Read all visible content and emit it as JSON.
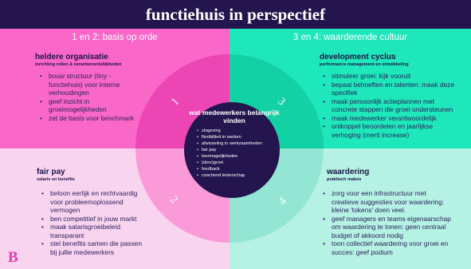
{
  "title": "functiehuis in perspectief",
  "bands": {
    "left": "1 en 2: basis op orde",
    "right": "3 en 4: waarderende cultuur"
  },
  "center": {
    "heading": "wat medewerkers belangrijk vinden",
    "items": [
      "zingeving",
      "flexibiliteit in werken",
      "afwisseling in werkzaamheden",
      "fair pay",
      "leermogelijkheden",
      "(door)groei",
      "feedback",
      "coachend leiderschap"
    ]
  },
  "ring_numbers": [
    "1",
    "2",
    "3",
    "4"
  ],
  "sections": {
    "tl": {
      "title": "heldere organisatie",
      "subtitle": "inrichting rollen & verantwoordelijkheden",
      "bullets": [
        "bouw structuur (tiny -",
        "functiehuis) voor interne",
        "verhoudingen",
        "geef inzicht in",
        "groeimogelijkheden",
        "zet de basis voor benchmark"
      ],
      "bullet_marks": [
        true,
        false,
        false,
        true,
        false,
        true
      ]
    },
    "tr": {
      "title": "development cyclus",
      "subtitle": "performance management en ontwikkeling",
      "bullets": [
        "stimuleer groei: kijk vooruit",
        "bepaal behoeften en talenten: maak deze",
        "specifiek",
        "maak persoonlijk actieplannen met",
        "concrete stappen die groei ondersteunen",
        "maak medewerker verantwoordelijk",
        "ontkoppel beoordelen en jaarlijkse",
        "verhoging (merit increase)"
      ],
      "bullet_marks": [
        true,
        true,
        false,
        true,
        false,
        true,
        true,
        false
      ]
    },
    "bl": {
      "title": "fair pay",
      "subtitle": "salaris en benefits",
      "bullets": [
        "beloon eerlijk en rechtvaardig",
        "voor probleemoplossend",
        "vermogen",
        "ben competitief in jouw markt",
        "maak salarisgroeibeleid",
        "transparant",
        "stel benefits samen die passen",
        "bij jullie medewerkers"
      ],
      "bullet_marks": [
        true,
        false,
        false,
        true,
        true,
        false,
        true,
        false
      ]
    },
    "br": {
      "title": "waardering",
      "subtitle": "praktisch maken",
      "bullets": [
        "zorg voor een infrastructuur met",
        "creatieve suggesties voor waardering:",
        "kleine 'tokens' doen veel.",
        "geef managers en teams eigenaarschap",
        "om waardering te tonen: geen centraal",
        "budget of akkoord nodig",
        "toon collectief waardering voor groei en",
        "succes: geef podium"
      ],
      "bullet_marks": [
        true,
        false,
        false,
        true,
        false,
        false,
        true,
        false
      ]
    }
  },
  "logo": "B",
  "colors": {
    "title_bg": "#24154f",
    "pink": "#f967c8",
    "pink_light": "#f9d4ef",
    "teal": "#1ee7bb",
    "teal_light": "#b5f2e3",
    "center": "#24154f"
  }
}
